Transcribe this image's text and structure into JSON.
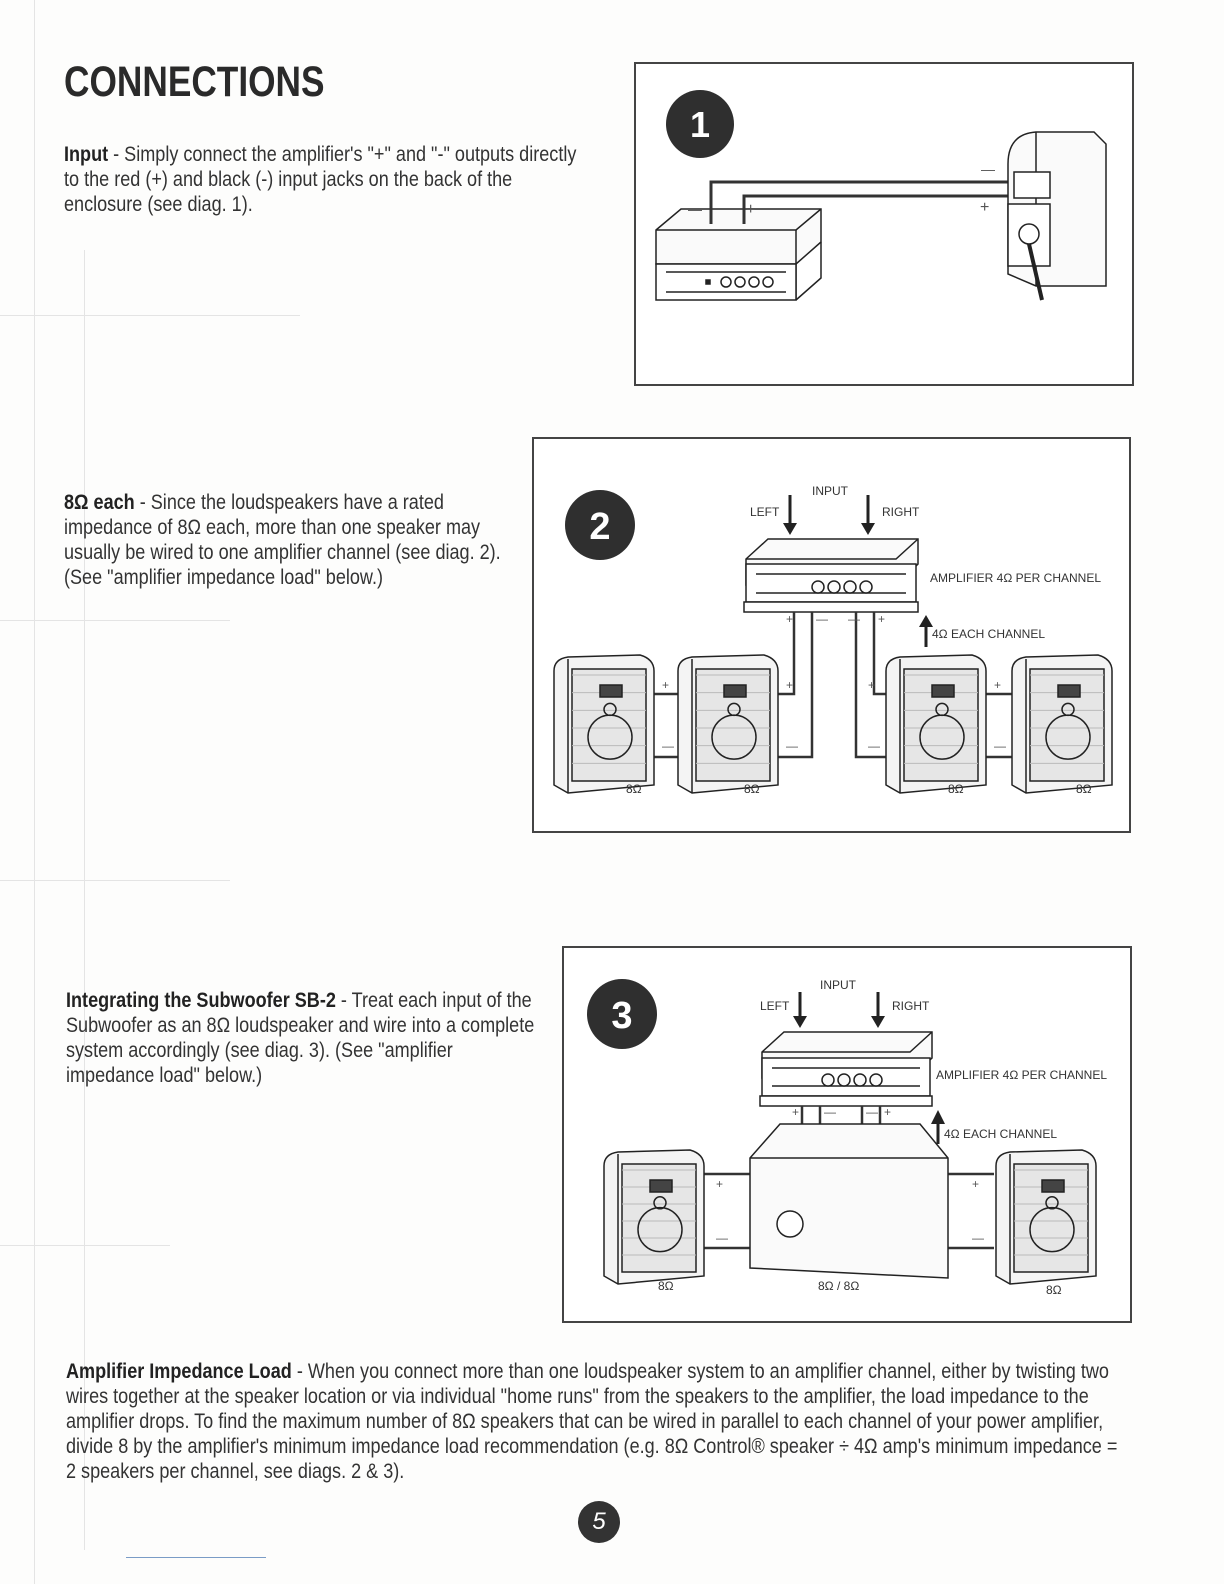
{
  "page": {
    "title": "CONNECTIONS",
    "page_number": "5"
  },
  "sections": {
    "input": {
      "heading": "Input",
      "text": " - Simply connect the amplifier's \"+\" and \"-\" outputs directly to the red (+) and black (-) input jacks on the back of the enclosure (see diag. 1)."
    },
    "eight_ohm": {
      "heading": "8Ω each",
      "text": " - Since the loudspeakers have a rated impedance of 8Ω each, more than one speaker may usually be wired to one amplifier channel (see diag. 2). (See \"amplifier impedance load\" below.)"
    },
    "subwoofer": {
      "heading": "Integrating the Subwoofer SB-2",
      "text": " - Treat each input of the Subwoofer as an 8Ω loudspeaker and wire into a complete system accordingly (see diag. 3). (See \"amplifier impedance load\" below.)"
    },
    "impedance": {
      "heading": "Amplifier Impedance Load",
      "text": " - When you connect more than one loudspeaker system to an amplifier channel, either by twisting two wires together at the speaker location or via individual \"home runs\" from the speakers to the amplifier, the load impedance to the amplifier drops.  To find the maximum number of 8Ω speakers that can be wired in parallel to each channel of your power amplifier, divide 8 by the amplifier's minimum impedance load recommendation (e.g. 8Ω  Control® speaker ÷ 4Ω amp's minimum impedance = 2 speakers per channel, see diags. 2 & 3)."
    }
  },
  "diagrams": {
    "d1": {
      "number": "1",
      "minus": "—",
      "plus": "+"
    },
    "d2": {
      "number": "2",
      "input": "INPUT",
      "left": "LEFT",
      "right": "RIGHT",
      "amp_label": "AMPLIFIER 4Ω PER CHANNEL",
      "each_label": "4Ω EACH CHANNEL",
      "speaker_labels": [
        "8Ω",
        "8Ω",
        "8Ω",
        "8Ω"
      ],
      "plus": "+",
      "minus": "—"
    },
    "d3": {
      "number": "3",
      "input": "INPUT",
      "left": "LEFT",
      "right": "RIGHT",
      "amp_label": "AMPLIFIER 4Ω PER CHANNEL",
      "each_label": "4Ω EACH CHANNEL",
      "speaker_left": "8Ω",
      "sub_label": "8Ω / 8Ω",
      "speaker_right": "8Ω",
      "plus": "+",
      "minus": "—"
    }
  }
}
